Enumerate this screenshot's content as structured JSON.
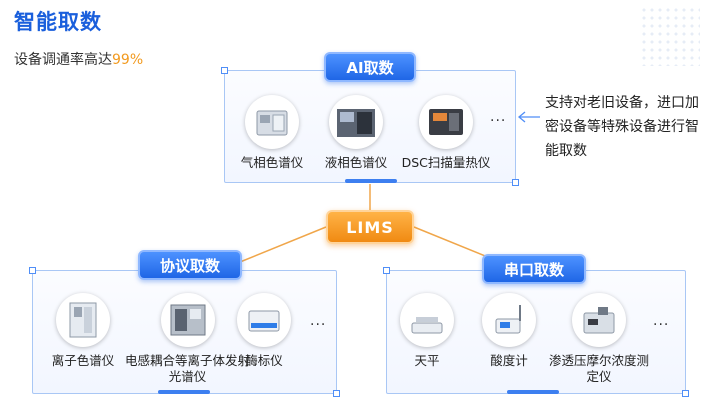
{
  "header": {
    "title": "智能取数",
    "subtitle_prefix": "设备调通率高达",
    "subtitle_highlight": "99%"
  },
  "center": {
    "label": "LIMS"
  },
  "note": {
    "text": "支持对老旧设备，进口加密设备等特殊设备进行智能取数"
  },
  "ellipsis": "...",
  "panels": {
    "ai": {
      "tag": "AI取数",
      "items": [
        {
          "label": "气相色谱仪"
        },
        {
          "label": "液相色谱仪"
        },
        {
          "label": "DSC扫描量热仪"
        }
      ]
    },
    "protocol": {
      "tag": "协议取数",
      "items": [
        {
          "label": "离子色谱仪"
        },
        {
          "label": "电感耦合等离子体发射光谱仪"
        },
        {
          "label": "酶标仪"
        }
      ]
    },
    "serial": {
      "tag": "串口取数",
      "items": [
        {
          "label": "天平"
        },
        {
          "label": "酸度计"
        },
        {
          "label": "渗透压摩尔浓度测定仪"
        }
      ]
    }
  },
  "colors": {
    "accent": "#1f66e6",
    "highlight": "#f29a1f",
    "lims": "#f08a12"
  }
}
